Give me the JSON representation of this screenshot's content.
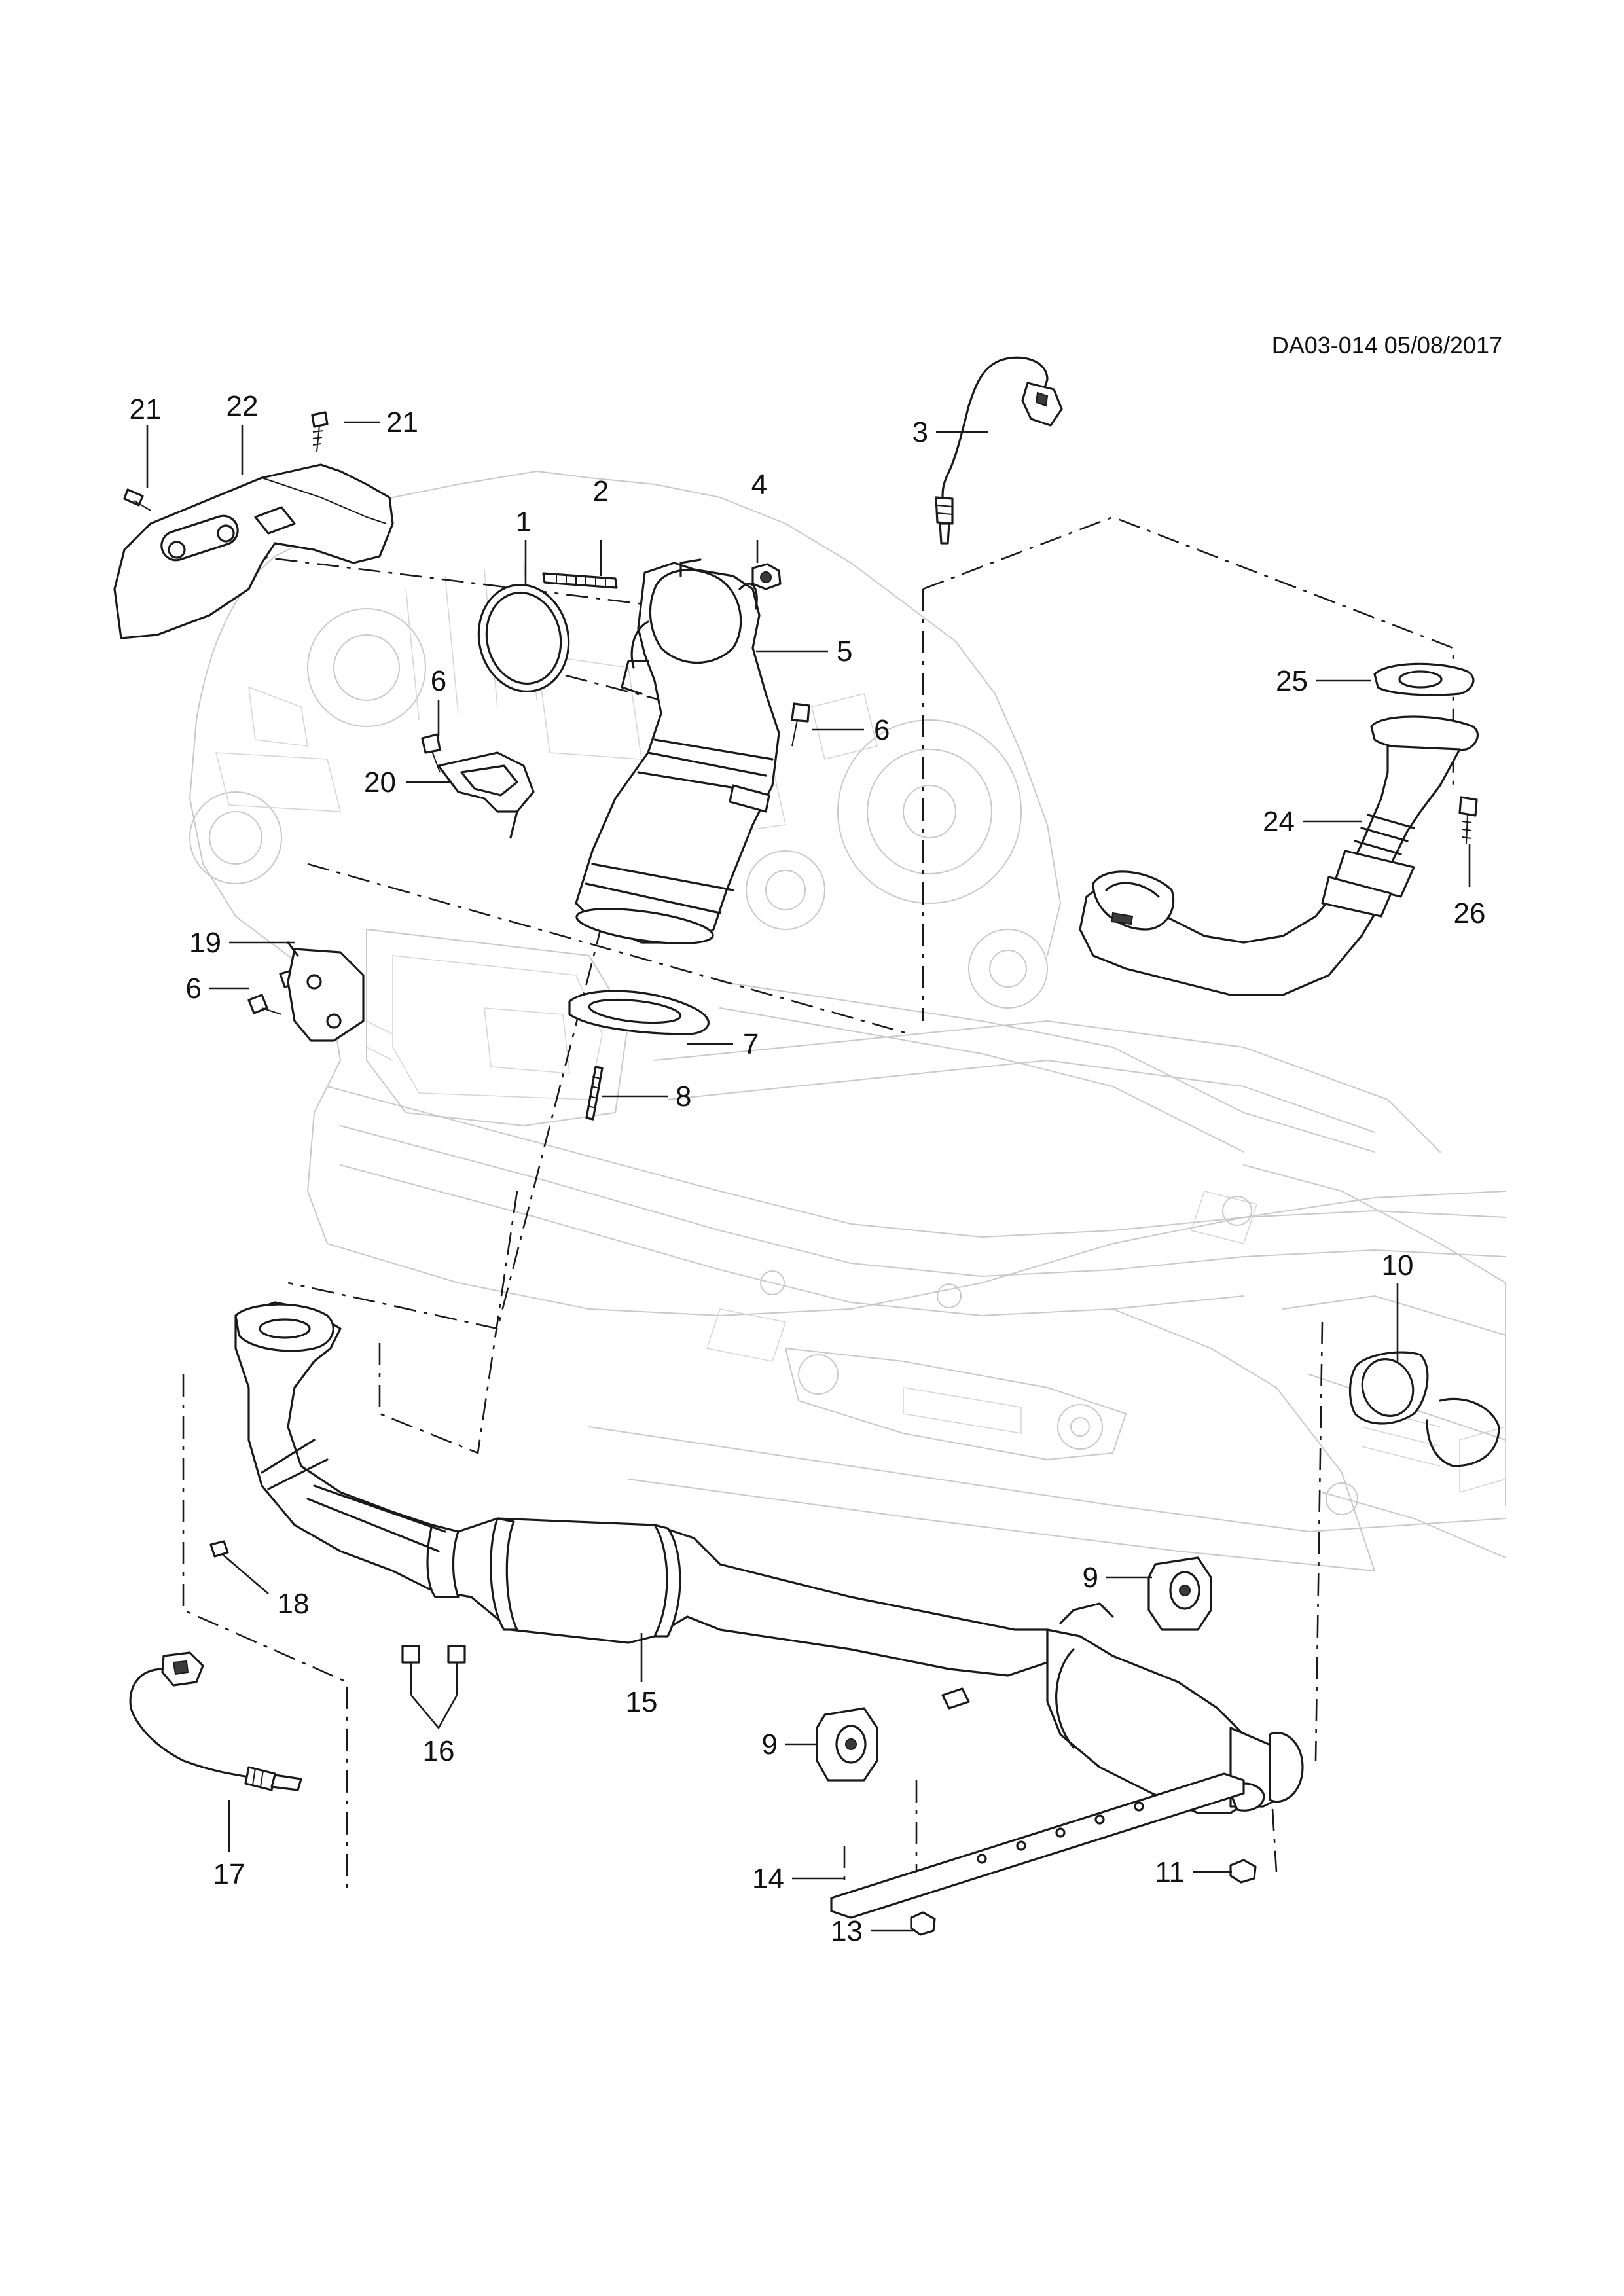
{
  "header": {
    "code": "DA03-014 05/08/2017"
  },
  "callouts": [
    {
      "id": "c21a",
      "label": "21"
    },
    {
      "id": "c22",
      "label": "22"
    },
    {
      "id": "c21b",
      "label": "21"
    },
    {
      "id": "c3",
      "label": "3"
    },
    {
      "id": "c1",
      "label": "1"
    },
    {
      "id": "c2",
      "label": "2"
    },
    {
      "id": "c4",
      "label": "4"
    },
    {
      "id": "c5",
      "label": "5"
    },
    {
      "id": "c6a",
      "label": "6"
    },
    {
      "id": "c6b",
      "label": "6"
    },
    {
      "id": "c25",
      "label": "25"
    },
    {
      "id": "c20",
      "label": "20"
    },
    {
      "id": "c24",
      "label": "24"
    },
    {
      "id": "c26",
      "label": "26"
    },
    {
      "id": "c19",
      "label": "19"
    },
    {
      "id": "c6c",
      "label": "6"
    },
    {
      "id": "c7",
      "label": "7"
    },
    {
      "id": "c8",
      "label": "8"
    },
    {
      "id": "c10",
      "label": "10"
    },
    {
      "id": "c9a",
      "label": "9"
    },
    {
      "id": "c18",
      "label": "18"
    },
    {
      "id": "c15",
      "label": "15"
    },
    {
      "id": "c9b",
      "label": "9"
    },
    {
      "id": "c16",
      "label": "16"
    },
    {
      "id": "c17",
      "label": "17"
    },
    {
      "id": "c14",
      "label": "14"
    },
    {
      "id": "c11",
      "label": "11"
    },
    {
      "id": "c13",
      "label": "13"
    }
  ]
}
